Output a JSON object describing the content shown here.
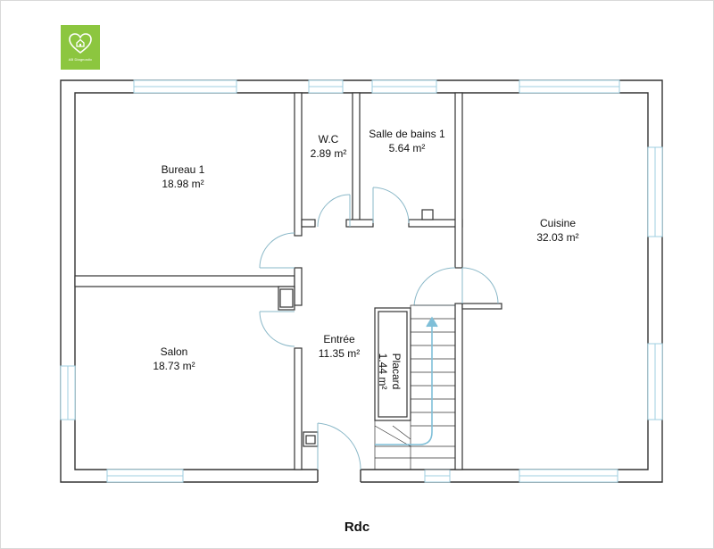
{
  "logo": {
    "icon": "heart-house-icon",
    "text": "AB Diagnostic",
    "color": "#8cc63f"
  },
  "rooms": {
    "bureau": {
      "name": "Bureau 1",
      "area": "18.98 m²"
    },
    "wc": {
      "name": "W.C",
      "area": "2.89 m²"
    },
    "sdb": {
      "name": "Salle de bains 1",
      "area": "5.64 m²"
    },
    "cuisine": {
      "name": "Cuisine",
      "area": "32.03 m²"
    },
    "salon": {
      "name": "Salon",
      "area": "18.73 m²"
    },
    "entree": {
      "name": "Entrée",
      "area": "11.35 m²"
    },
    "placard": {
      "name": "Placard",
      "area": "1.44 m²"
    }
  },
  "level": "Rdc",
  "colors": {
    "wall": "#333333",
    "window": "#9fcfe0",
    "stair_arrow": "#7fbfd8",
    "door": "#8ab8c8"
  }
}
